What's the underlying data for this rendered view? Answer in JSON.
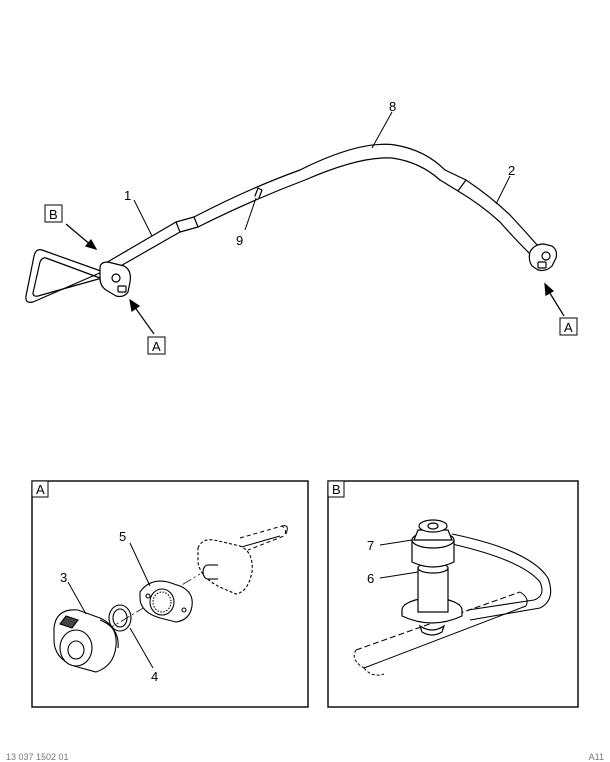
{
  "main_view": {
    "callouts": [
      "1",
      "2",
      "8",
      "9"
    ],
    "view_refs": {
      "a_bottom": "A",
      "a_right": "A",
      "b_left": "B"
    }
  },
  "detail_a": {
    "tag": "A",
    "callouts": [
      "3",
      "4",
      "5"
    ]
  },
  "detail_b": {
    "tag": "B",
    "callouts": [
      "6",
      "7"
    ]
  },
  "footer": {
    "left": "13 037 1502 01",
    "right": "A11"
  }
}
